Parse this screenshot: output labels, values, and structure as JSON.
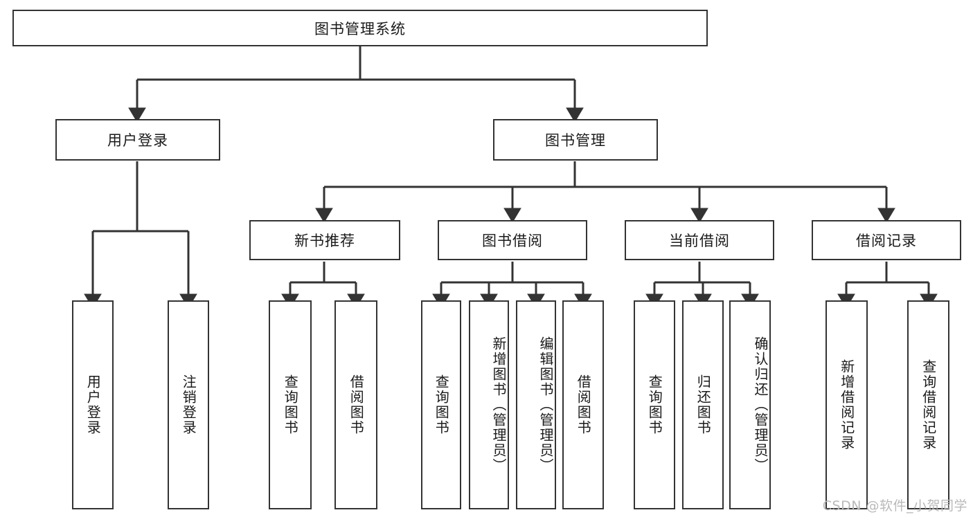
{
  "diagram": {
    "type": "tree",
    "title": "图书管理系统",
    "watermark": "CSDN @软件_小贺同学",
    "colors": {
      "stroke": "#333333",
      "box_fill": "#ffffff",
      "text": "#1a1a1a",
      "watermark": "#b9b9b9",
      "background": "#ffffff"
    },
    "nodes": {
      "root": {
        "label": "图书管理系统"
      },
      "level2": [
        {
          "label": "用户登录"
        },
        {
          "label": "图书管理"
        }
      ],
      "level3": [
        {
          "label": "新书推荐"
        },
        {
          "label": "图书借阅"
        },
        {
          "label": "当前借阅"
        },
        {
          "label": "借阅记录"
        }
      ],
      "leaves": {
        "user_login": [
          {
            "label": "用户登录"
          },
          {
            "label": "注销登录"
          }
        ],
        "new_book_recommend": [
          {
            "label": "查询图书"
          },
          {
            "label": "借阅图书"
          }
        ],
        "book_borrow": [
          {
            "label": "查询图书"
          },
          {
            "label": "新增图书（管理员）"
          },
          {
            "label": "编辑图书（管理员）"
          },
          {
            "label": "借阅图书"
          }
        ],
        "current_borrow": [
          {
            "label": "查询图书"
          },
          {
            "label": "归还图书"
          },
          {
            "label": "确认归还（管理员）"
          }
        ],
        "borrow_record": [
          {
            "label": "新增借阅记录"
          },
          {
            "label": "查询借阅记录"
          }
        ]
      }
    }
  }
}
